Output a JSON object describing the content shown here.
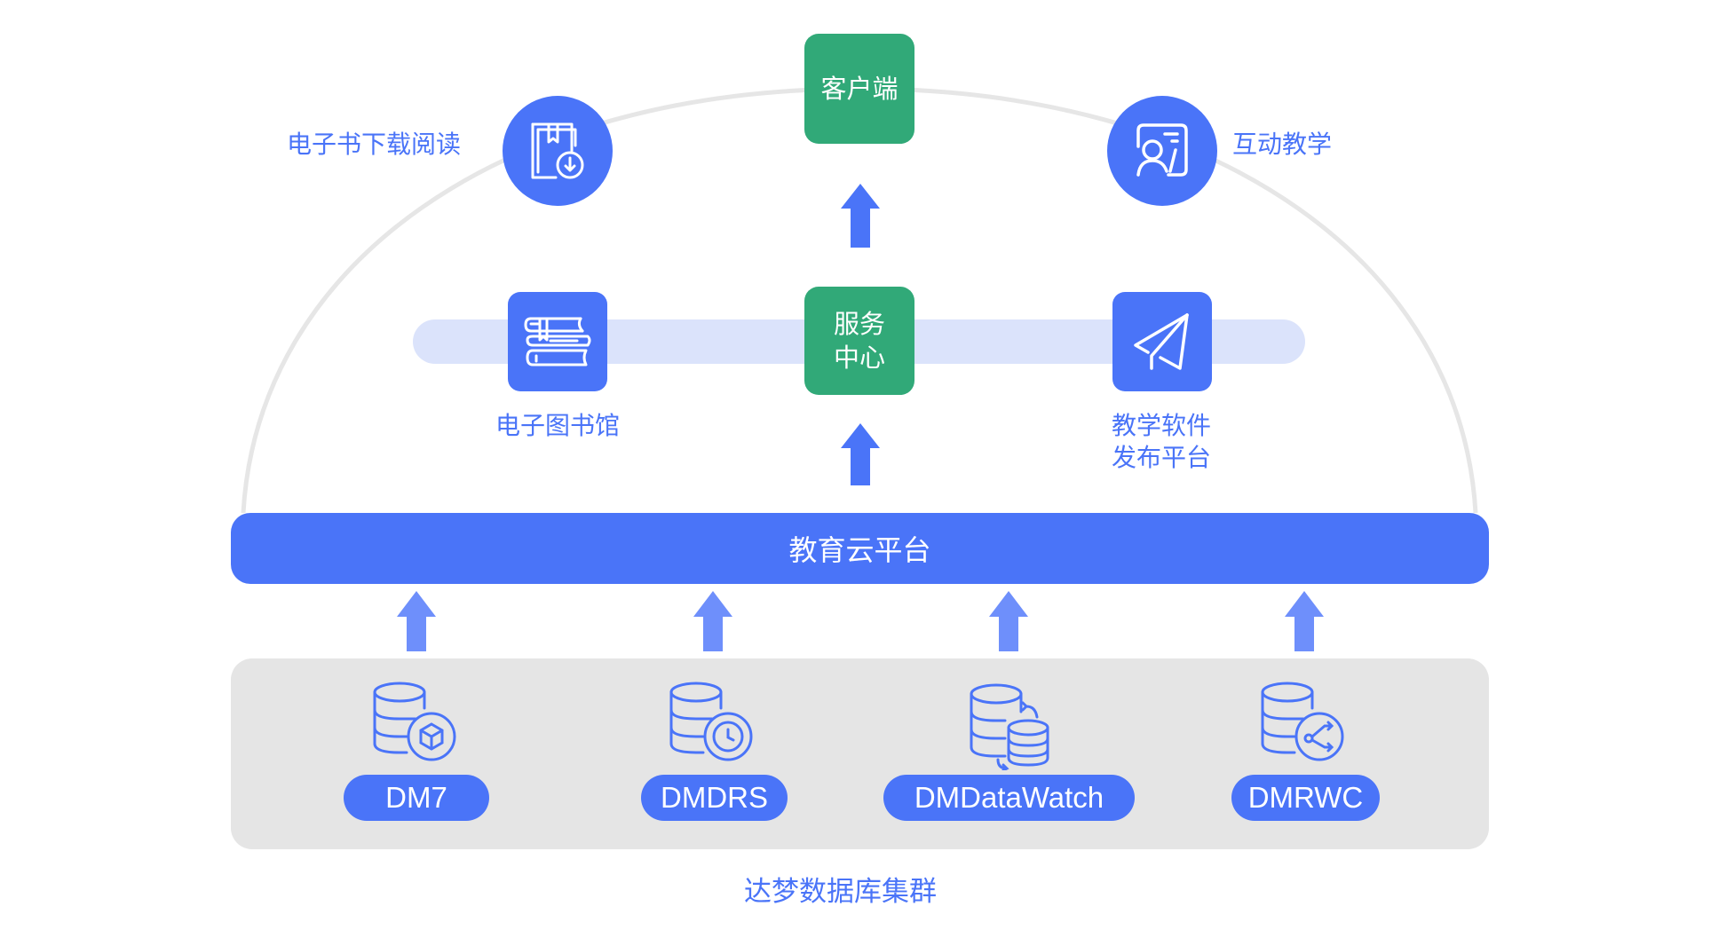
{
  "diagram": {
    "top": {
      "client": "客户端",
      "ebook": {
        "label": "电子书下载阅读",
        "icon": "book-download-icon"
      },
      "interactive": {
        "label": "互动教学",
        "icon": "teacher-board-icon"
      }
    },
    "middle": {
      "service_center": "服务\n中心",
      "library": {
        "label": "电子图书馆",
        "icon": "books-stack-icon"
      },
      "software": {
        "label_line1": "教学软件",
        "label_line2": "发布平台",
        "icon": "paper-plane-icon"
      }
    },
    "platform": "教育云平台",
    "cluster": {
      "title": "达梦数据库集群",
      "items": [
        {
          "label": "DM7",
          "icon": "database-cube-icon"
        },
        {
          "label": "DMDRS",
          "icon": "database-clock-icon"
        },
        {
          "label": "DMDataWatch",
          "icon": "database-sync-icon"
        },
        {
          "label": "DMRWC",
          "icon": "database-split-icon"
        }
      ]
    },
    "colors": {
      "primary_blue": "#4a74f8",
      "light_arrow_blue": "#6e8ffb",
      "green": "#31a978",
      "band": "#dbe3fb",
      "panel_grey": "#e5e5e5",
      "arc_grey": "#e6e6e6"
    }
  }
}
